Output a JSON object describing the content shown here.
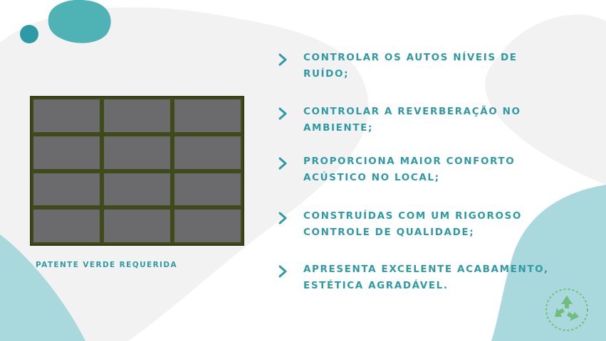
{
  "colors": {
    "accent": "#2e9aa6",
    "blob_teal": "#4fb3b6",
    "blob_light_teal": "#a9d9dd",
    "blob_gray": "#f2f2f3",
    "panel_frame": "#3f4a1a",
    "panel_tile": "#6b6b6d",
    "logo_green": "#6fbf7a"
  },
  "panel": {
    "rows": 4,
    "cols": 3
  },
  "caption": "PATENTE VERDE REQUERIDA",
  "items": [
    {
      "line1": "CONTROLAR OS AUTOS NÍVEIS DE",
      "line2": "RUÍDO;"
    },
    {
      "line1": "CONTROLAR A REVERBERAÇÃO NO",
      "line2": "AMBIENTE;"
    },
    {
      "line1": "PROPORCIONA MAIOR CONFORTO",
      "line2": "ACÚSTICO NO LOCAL;"
    },
    {
      "line1": "CONSTRUÍDAS COM UM RIGOROSO",
      "line2": "CONTROLE DE QUALIDADE;"
    },
    {
      "line1": "APRESENTA EXCELENTE ACABAMENTO,",
      "line2": "ESTÉTICA AGRADÁVEL."
    }
  ],
  "icons": {
    "chevron": "chevron-right-icon",
    "logo": "recycle-logo-icon"
  }
}
